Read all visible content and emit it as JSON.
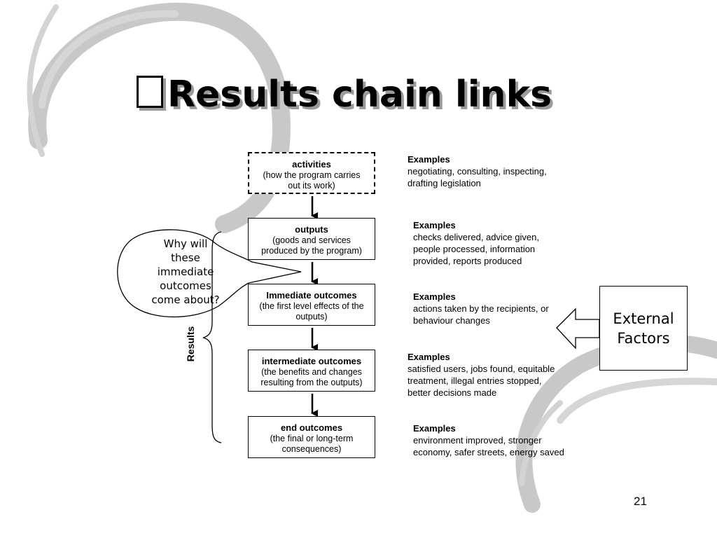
{
  "title": "Results chain links",
  "chain": [
    {
      "title": "activities",
      "desc1": "(how the program carries",
      "desc2": "out its work)",
      "dashed": true
    },
    {
      "title": "outputs",
      "desc1": "(goods and services",
      "desc2": "produced by the program)",
      "dashed": false
    },
    {
      "title": "Immediate outcomes",
      "desc1": "(the first level effects of the",
      "desc2": "outputs)",
      "dashed": false
    },
    {
      "title": "intermediate outcomes",
      "desc1": "(the benefits and changes",
      "desc2": "resulting from the outputs)",
      "dashed": false
    },
    {
      "title": "end outcomes",
      "desc1": "(the final or long-term",
      "desc2": "consequences)",
      "dashed": false
    }
  ],
  "examples": [
    {
      "label": "Examples",
      "text": "negotiating, consulting, inspecting,\ndrafting legislation"
    },
    {
      "label": "Examples",
      "text": "checks delivered, advice given,\npeople processed, information\nprovided, reports produced"
    },
    {
      "label": "Examples",
      "text": "actions taken by the recipients, or\nbehaviour changes"
    },
    {
      "label": "Examples",
      "text": "satisfied users, jobs found, equitable\ntreatment, illegal entries stopped,\nbetter decisions made"
    },
    {
      "label": "Examples",
      "text": "environment improved, stronger\neconomy, safer streets, energy saved"
    }
  ],
  "callout": {
    "text": "Why will\nthese\nimmediate\noutcomes\ncome about?"
  },
  "results_label": "Results",
  "external": {
    "line1": "External",
    "line2": "Factors"
  },
  "page_number": "21"
}
